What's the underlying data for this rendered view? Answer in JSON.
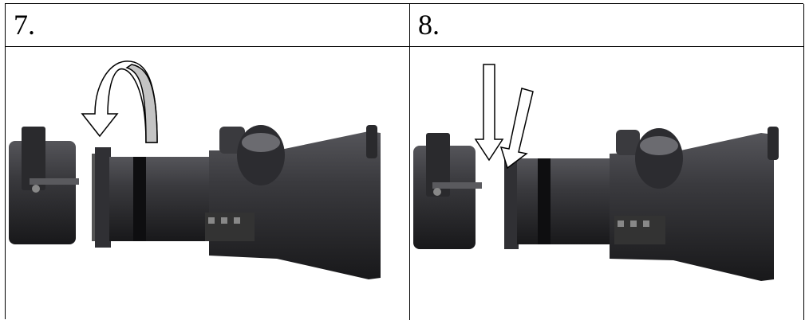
{
  "steps": [
    {
      "number": "7.",
      "illustration": "scope-rotate-ring"
    },
    {
      "number": "8.",
      "illustration": "scope-push-ring"
    }
  ],
  "colors": {
    "scope_body": "#2b2b2e",
    "scope_highlight": "#4a4a4f",
    "arrow_fill_gray": "#c4c4c4",
    "arrow_fill_white": "#ffffff"
  }
}
